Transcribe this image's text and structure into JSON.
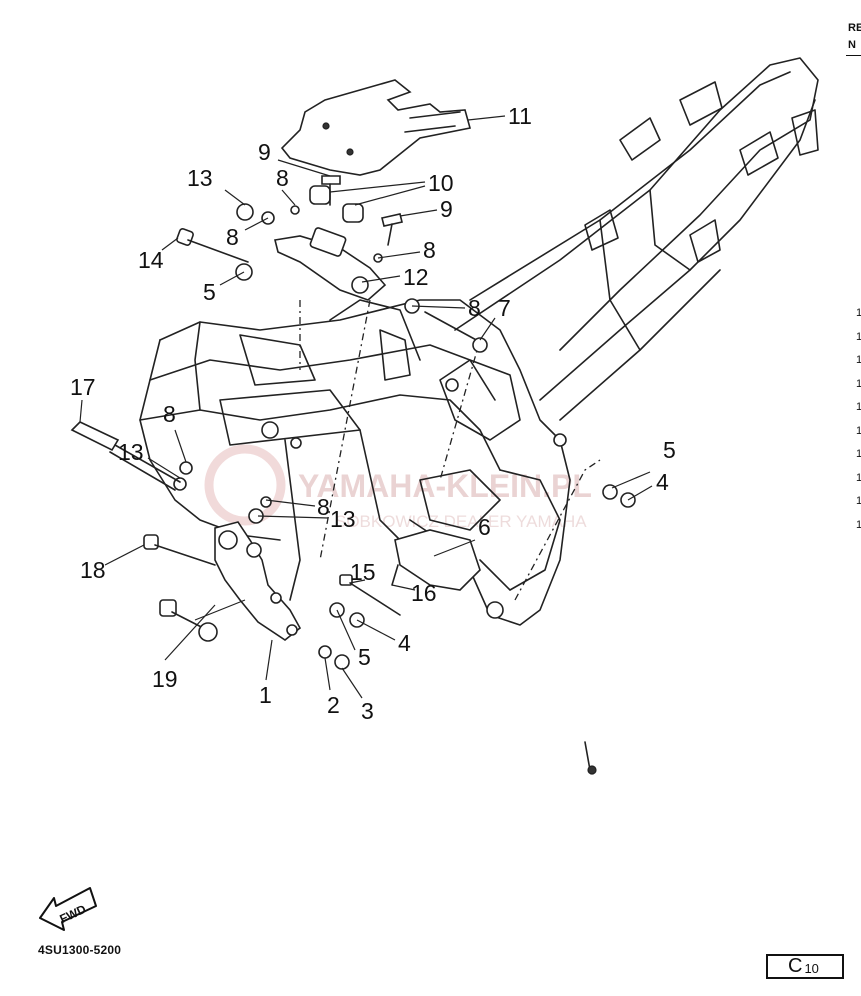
{
  "diagram": {
    "callouts": [
      {
        "id": "c11",
        "text": "11"
      },
      {
        "id": "c9a",
        "text": "9"
      },
      {
        "id": "c10",
        "text": "10"
      },
      {
        "id": "c13a",
        "text": "13"
      },
      {
        "id": "c8a",
        "text": "8"
      },
      {
        "id": "c9b",
        "text": "9"
      },
      {
        "id": "c8b",
        "text": "8"
      },
      {
        "id": "c8c",
        "text": "8"
      },
      {
        "id": "c14",
        "text": "14"
      },
      {
        "id": "c12",
        "text": "12"
      },
      {
        "id": "c5a",
        "text": "5"
      },
      {
        "id": "c8d",
        "text": "8"
      },
      {
        "id": "c7",
        "text": "7"
      },
      {
        "id": "c17",
        "text": "17"
      },
      {
        "id": "c8e",
        "text": "8"
      },
      {
        "id": "c13b",
        "text": "13"
      },
      {
        "id": "c5b",
        "text": "5"
      },
      {
        "id": "c4a",
        "text": "4"
      },
      {
        "id": "c8f",
        "text": "8"
      },
      {
        "id": "c13c",
        "text": "13"
      },
      {
        "id": "c6",
        "text": "6"
      },
      {
        "id": "c18",
        "text": "18"
      },
      {
        "id": "c15",
        "text": "15"
      },
      {
        "id": "c16",
        "text": "16"
      },
      {
        "id": "c4b",
        "text": "4"
      },
      {
        "id": "c5c",
        "text": "5"
      },
      {
        "id": "c19",
        "text": "19"
      },
      {
        "id": "c1",
        "text": "1"
      },
      {
        "id": "c2",
        "text": "2"
      },
      {
        "id": "c3",
        "text": "3"
      }
    ],
    "fwd_label": "FWD",
    "diagram_code": "4SU1300-5200",
    "page_prefix": "C",
    "page_number": "10"
  },
  "watermark": {
    "brand": "YAMAHA-KLEIN.PL",
    "tagline": "SOBKOWICZ DEALER YAMAHA"
  },
  "reference_column": {
    "header_lines": [
      "RE",
      "N"
    ],
    "row_marks": [
      "1",
      "1",
      "1",
      "1",
      "1",
      "1",
      "1",
      "1",
      "1",
      "1"
    ]
  }
}
